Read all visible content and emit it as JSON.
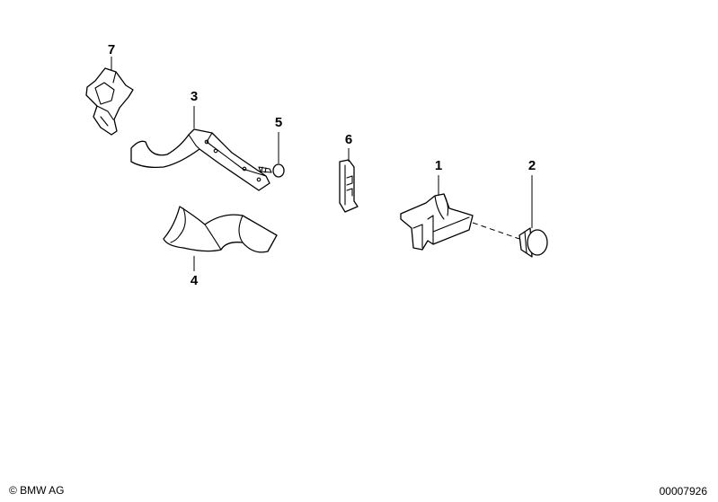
{
  "callouts": [
    {
      "id": "1",
      "label": "1"
    },
    {
      "id": "2",
      "label": "2"
    },
    {
      "id": "3",
      "label": "3"
    },
    {
      "id": "4",
      "label": "4"
    },
    {
      "id": "5",
      "label": "5"
    },
    {
      "id": "6",
      "label": "6"
    },
    {
      "id": "7",
      "label": "7"
    }
  ],
  "footer": {
    "copyright": "© BMW AG",
    "doc_number": "00007926"
  }
}
